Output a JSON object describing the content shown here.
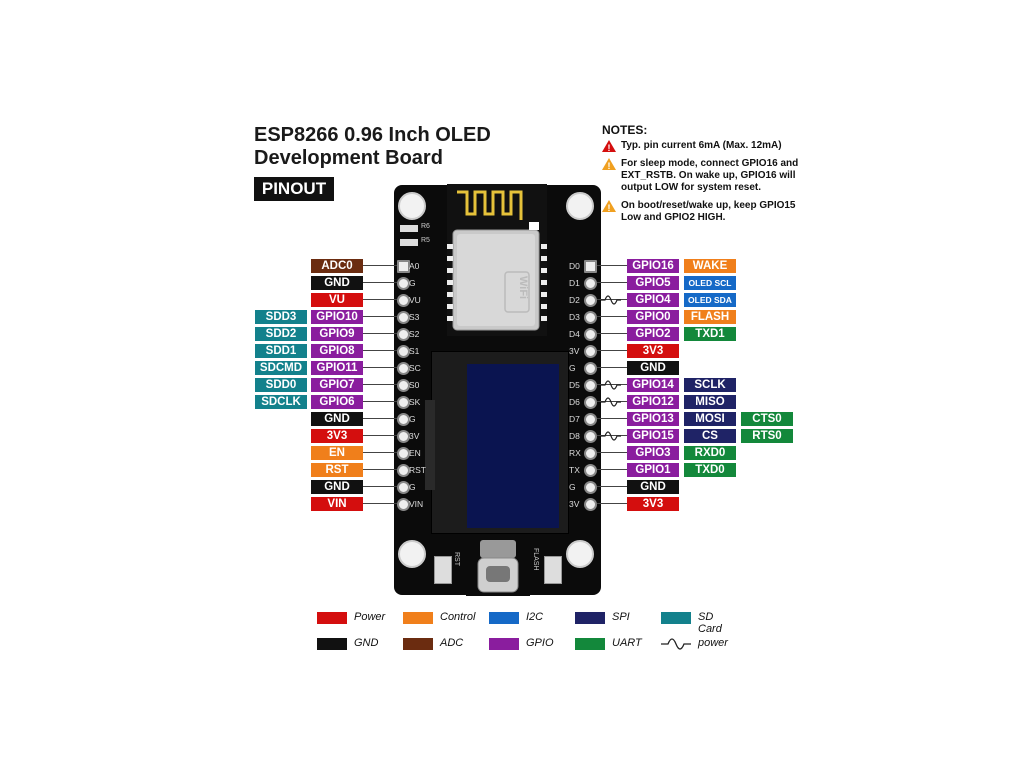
{
  "title_line1": "ESP8266 0.96 Inch OLED",
  "title_line2": "Development Board",
  "badge": "PINOUT",
  "notes": {
    "title": "NOTES:",
    "items": [
      {
        "icon": "error-warning-icon",
        "text": "Typ. pin current 6mA (Max. 12mA)"
      },
      {
        "icon": "caution-warning-icon",
        "text": "For sleep mode, connect GPIO16 and EXT_RSTB. On wake up, GPIO16 will output LOW for system reset."
      },
      {
        "icon": "caution-warning-icon",
        "text": "On boot/reset/wake up, keep GPIO15 Low and GPIO2 HIGH."
      }
    ]
  },
  "board": {
    "silk_r6": "R6",
    "silk_r5": "R5",
    "wifi_text": "WiFi",
    "btn_rst": "RST",
    "btn_flash": "FLASH"
  },
  "colors": {
    "power": "#d40e0e",
    "control": "#f07f1b",
    "i2c": "#1569c7",
    "spi": "#1f2366",
    "sdcard": "#13818c",
    "gnd": "#111111",
    "adc": "#6b2c10",
    "gpio": "#8a1d9e",
    "uart": "#13883b"
  },
  "left_pins": [
    {
      "pin": "A0",
      "labels": [
        {
          "t": "ADC0",
          "c": "adc"
        }
      ]
    },
    {
      "pin": "G",
      "labels": [
        {
          "t": "GND",
          "c": "gnd"
        }
      ]
    },
    {
      "pin": "VU",
      "labels": [
        {
          "t": "VU",
          "c": "power"
        }
      ]
    },
    {
      "pin": "S3",
      "labels": [
        {
          "t": "GPIO10",
          "c": "gpio"
        },
        {
          "t": "SDD3",
          "c": "sdcard"
        }
      ]
    },
    {
      "pin": "S2",
      "labels": [
        {
          "t": "GPIO9",
          "c": "gpio"
        },
        {
          "t": "SDD2",
          "c": "sdcard"
        }
      ]
    },
    {
      "pin": "S1",
      "labels": [
        {
          "t": "GPIO8",
          "c": "gpio"
        },
        {
          "t": "SDD1",
          "c": "sdcard"
        }
      ]
    },
    {
      "pin": "SC",
      "labels": [
        {
          "t": "GPIO11",
          "c": "gpio"
        },
        {
          "t": "SDCMD",
          "c": "sdcard"
        }
      ]
    },
    {
      "pin": "S0",
      "labels": [
        {
          "t": "GPIO7",
          "c": "gpio"
        },
        {
          "t": "SDD0",
          "c": "sdcard"
        }
      ]
    },
    {
      "pin": "SK",
      "labels": [
        {
          "t": "GPIO6",
          "c": "gpio"
        },
        {
          "t": "SDCLK",
          "c": "sdcard"
        }
      ]
    },
    {
      "pin": "G",
      "labels": [
        {
          "t": "GND",
          "c": "gnd"
        }
      ]
    },
    {
      "pin": "3V",
      "labels": [
        {
          "t": "3V3",
          "c": "power"
        }
      ]
    },
    {
      "pin": "EN",
      "labels": [
        {
          "t": "EN",
          "c": "control"
        }
      ]
    },
    {
      "pin": "RST",
      "labels": [
        {
          "t": "RST",
          "c": "control"
        }
      ]
    },
    {
      "pin": "G",
      "labels": [
        {
          "t": "GND",
          "c": "gnd"
        }
      ]
    },
    {
      "pin": "VIN",
      "labels": [
        {
          "t": "VIN",
          "c": "power"
        }
      ]
    }
  ],
  "right_pins": [
    {
      "pin": "D0",
      "pwm": false,
      "labels": [
        {
          "t": "GPIO16",
          "c": "gpio"
        },
        {
          "t": "WAKE",
          "c": "control"
        }
      ]
    },
    {
      "pin": "D1",
      "pwm": false,
      "labels": [
        {
          "t": "GPIO5",
          "c": "gpio"
        },
        {
          "t": "OLED SCL",
          "c": "i2c",
          "small": true
        }
      ]
    },
    {
      "pin": "D2",
      "pwm": true,
      "labels": [
        {
          "t": "GPIO4",
          "c": "gpio"
        },
        {
          "t": "OLED SDA",
          "c": "i2c",
          "small": true
        }
      ]
    },
    {
      "pin": "D3",
      "pwm": false,
      "labels": [
        {
          "t": "GPIO0",
          "c": "gpio"
        },
        {
          "t": "FLASH",
          "c": "control"
        }
      ]
    },
    {
      "pin": "D4",
      "pwm": false,
      "labels": [
        {
          "t": "GPIO2",
          "c": "gpio"
        },
        {
          "t": "TXD1",
          "c": "uart"
        }
      ]
    },
    {
      "pin": "3V",
      "pwm": false,
      "labels": [
        {
          "t": "3V3",
          "c": "power"
        }
      ]
    },
    {
      "pin": "G",
      "pwm": false,
      "labels": [
        {
          "t": "GND",
          "c": "gnd"
        }
      ]
    },
    {
      "pin": "D5",
      "pwm": true,
      "labels": [
        {
          "t": "GPIO14",
          "c": "gpio"
        },
        {
          "t": "SCLK",
          "c": "spi"
        }
      ]
    },
    {
      "pin": "D6",
      "pwm": true,
      "labels": [
        {
          "t": "GPIO12",
          "c": "gpio"
        },
        {
          "t": "MISO",
          "c": "spi"
        }
      ]
    },
    {
      "pin": "D7",
      "pwm": false,
      "labels": [
        {
          "t": "GPIO13",
          "c": "gpio"
        },
        {
          "t": "MOSI",
          "c": "spi"
        },
        {
          "t": "CTS0",
          "c": "uart"
        }
      ]
    },
    {
      "pin": "D8",
      "pwm": true,
      "labels": [
        {
          "t": "GPIO15",
          "c": "gpio"
        },
        {
          "t": "CS",
          "c": "spi"
        },
        {
          "t": "RTS0",
          "c": "uart"
        }
      ]
    },
    {
      "pin": "RX",
      "pwm": false,
      "labels": [
        {
          "t": "GPIO3",
          "c": "gpio"
        },
        {
          "t": "RXD0",
          "c": "uart"
        }
      ]
    },
    {
      "pin": "TX",
      "pwm": false,
      "labels": [
        {
          "t": "GPIO1",
          "c": "gpio"
        },
        {
          "t": "TXD0",
          "c": "uart"
        }
      ]
    },
    {
      "pin": "G",
      "pwm": false,
      "labels": [
        {
          "t": "GND",
          "c": "gnd"
        }
      ]
    },
    {
      "pin": "3V",
      "pwm": false,
      "labels": [
        {
          "t": "3V3",
          "c": "power"
        }
      ]
    }
  ],
  "legend": [
    {
      "key": "power",
      "text": "Power"
    },
    {
      "key": "control",
      "text": "Control"
    },
    {
      "key": "i2c",
      "text": "I2C"
    },
    {
      "key": "spi",
      "text": "SPI"
    },
    {
      "key": "sdcard",
      "text": "SD Card"
    },
    {
      "key": "gnd",
      "text": "GND"
    },
    {
      "key": "adc",
      "text": "ADC"
    },
    {
      "key": "gpio",
      "text": "GPIO"
    },
    {
      "key": "uart",
      "text": "UART"
    },
    {
      "key": "pwm",
      "text": "power"
    }
  ]
}
